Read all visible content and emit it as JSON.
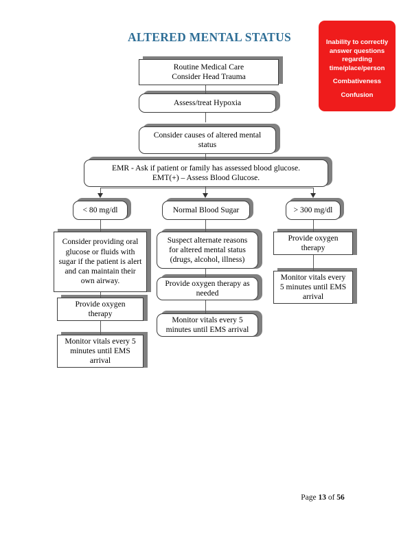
{
  "document": {
    "title": "ALTERED MENTAL STATUS",
    "footer": {
      "prefix": "Page",
      "current_page": "13",
      "middle": "of",
      "total_pages": "56"
    }
  },
  "colors": {
    "title": "#2e6e96",
    "callout_background": "#ef1c1c",
    "callout_text": "#ffffff",
    "box_border": "#3a3a3a",
    "box_fill": "#ffffff",
    "box_shadow": "#808080",
    "connector": "#555555"
  },
  "callout": {
    "name": "symptoms-callout",
    "lines": [
      "Inability to correctly",
      "answer questions",
      "regarding",
      "time/place/person"
    ],
    "items": [
      "Combativeness",
      "Confusion"
    ]
  },
  "flow": {
    "nodes": [
      {
        "id": "routine-medical-care",
        "shape": "rectangle",
        "text": "Routine Medical Care\nConsider Head Trauma"
      },
      {
        "id": "assess-treat-hypoxia",
        "shape": "rounded",
        "text": "Assess/treat Hypoxia"
      },
      {
        "id": "consider-causes",
        "shape": "rounded",
        "text": "Consider causes of altered mental status"
      },
      {
        "id": "blood-glucose-check",
        "shape": "rounded",
        "text": "EMR - Ask if patient or family has assessed blood glucose.\nEMT(+) – Assess Blood Glucose."
      },
      {
        "id": "low-glucose-branch",
        "shape": "rounded",
        "text": "< 80 mg/dl"
      },
      {
        "id": "normal-glucose-branch",
        "shape": "rounded",
        "text": "Normal Blood Sugar"
      },
      {
        "id": "high-glucose-branch",
        "shape": "rounded",
        "text": "> 300 mg/dl"
      },
      {
        "id": "low-oral-glucose",
        "shape": "rectangle",
        "text": "Consider providing oral glucose or fluids with sugar if the patient is alert and can maintain their own airway."
      },
      {
        "id": "low-provide-oxygen",
        "shape": "rectangle",
        "text": "Provide oxygen therapy"
      },
      {
        "id": "low-monitor-vitals",
        "shape": "rectangle",
        "text": "Monitor vitals every 5 minutes until EMS arrival"
      },
      {
        "id": "normal-suspect-alternate",
        "shape": "rounded",
        "text": "Suspect alternate reasons for altered mental status (drugs, alcohol, illness)"
      },
      {
        "id": "normal-provide-oxygen",
        "shape": "rounded",
        "text": "Provide oxygen therapy as needed"
      },
      {
        "id": "normal-monitor-vitals",
        "shape": "rounded",
        "text": "Monitor vitals every 5 minutes until EMS arrival"
      },
      {
        "id": "high-provide-oxygen",
        "shape": "rectangle",
        "text": "Provide oxygen therapy"
      },
      {
        "id": "high-monitor-vitals",
        "shape": "rectangle",
        "text": "Monitor vitals every 5 minutes until EMS arrival"
      }
    ]
  }
}
